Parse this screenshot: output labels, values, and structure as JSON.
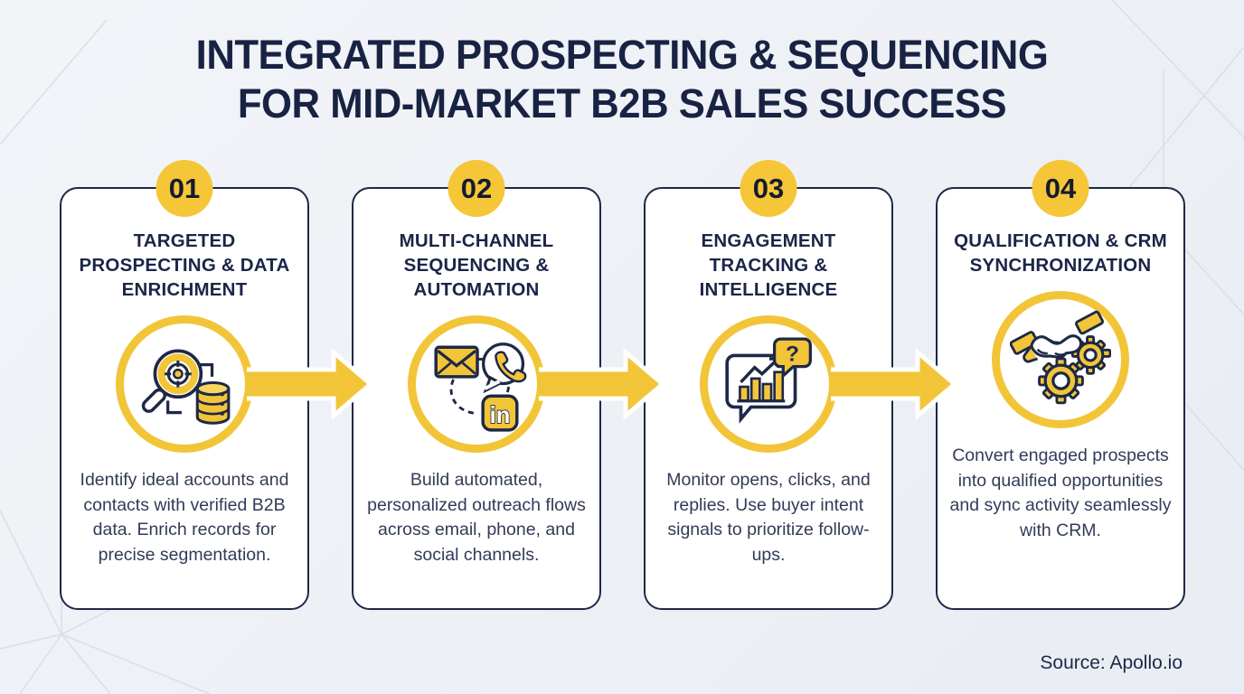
{
  "title": {
    "line1": "INTEGRATED PROSPECTING & SEQUENCING",
    "line2": "FOR MID-MARKET B2B SALES SUCCESS"
  },
  "steps": [
    {
      "number": "01",
      "title": "TARGETED PROSPECTING & DATA ENRICHMENT",
      "description": "Identify ideal accounts and contacts with verified B2B data. Enrich records for precise segmentation.",
      "icon": "magnifier-target-database-icon"
    },
    {
      "number": "02",
      "title": "MULTI-CHANNEL SEQUENCING & AUTOMATION",
      "description": "Build automated, personalized outreach flows across email, phone, and social channels.",
      "icon": "email-phone-linkedin-icon"
    },
    {
      "number": "03",
      "title": "ENGAGEMENT TRACKING & INTELLIGENCE",
      "description": "Monitor opens, clicks, and replies. Use buyer intent signals to prioritize follow-ups.",
      "icon": "chart-bubble-question-icon"
    },
    {
      "number": "04",
      "title": "QUALIFICATION & CRM SYNCHRONIZATION",
      "description": "Convert engaged prospects into qualified opportunities and sync activity seamlessly with CRM.",
      "icon": "handshake-gears-icon"
    }
  ],
  "icon_glyphs": {
    "linkedin_label": "in",
    "question_mark": "?"
  },
  "source": "Source: Apollo.io",
  "colors": {
    "accent_yellow": "#F2C538",
    "navy": "#1E2847",
    "background": "#EDF0F5",
    "card_background": "#FFFFFF",
    "body_text": "#323B58"
  }
}
